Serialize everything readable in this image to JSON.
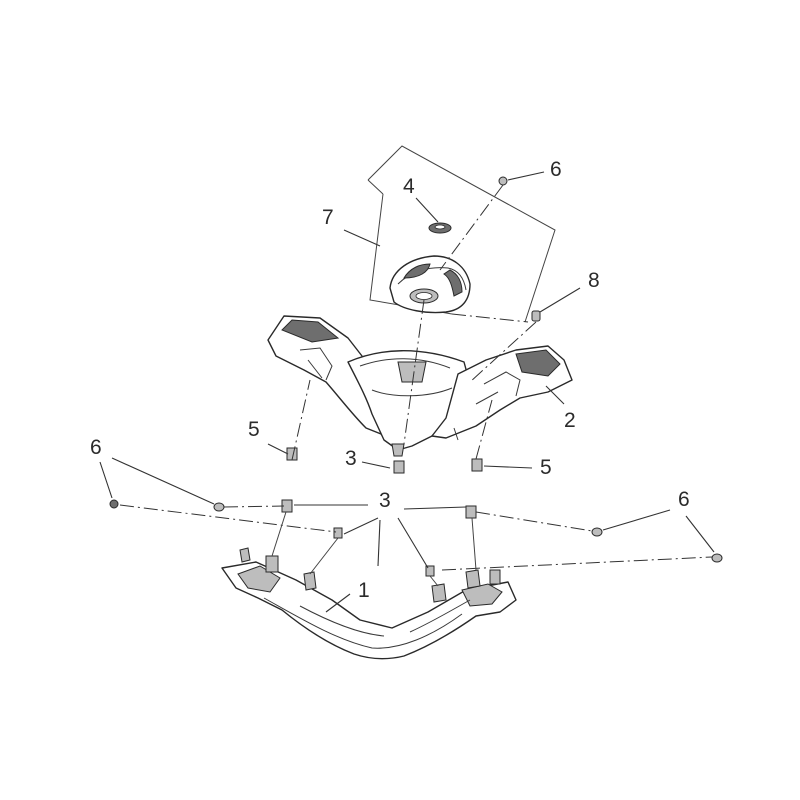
{
  "diagram": {
    "callouts": {
      "part1": "1",
      "part2": "2",
      "part3_center": "3",
      "part3_left": "3",
      "part4": "4",
      "part5_left": "5",
      "part5_right": "5",
      "part6_top": "6",
      "part6_left": "6",
      "part6_right": "6",
      "part7": "7",
      "part8": "8"
    }
  }
}
